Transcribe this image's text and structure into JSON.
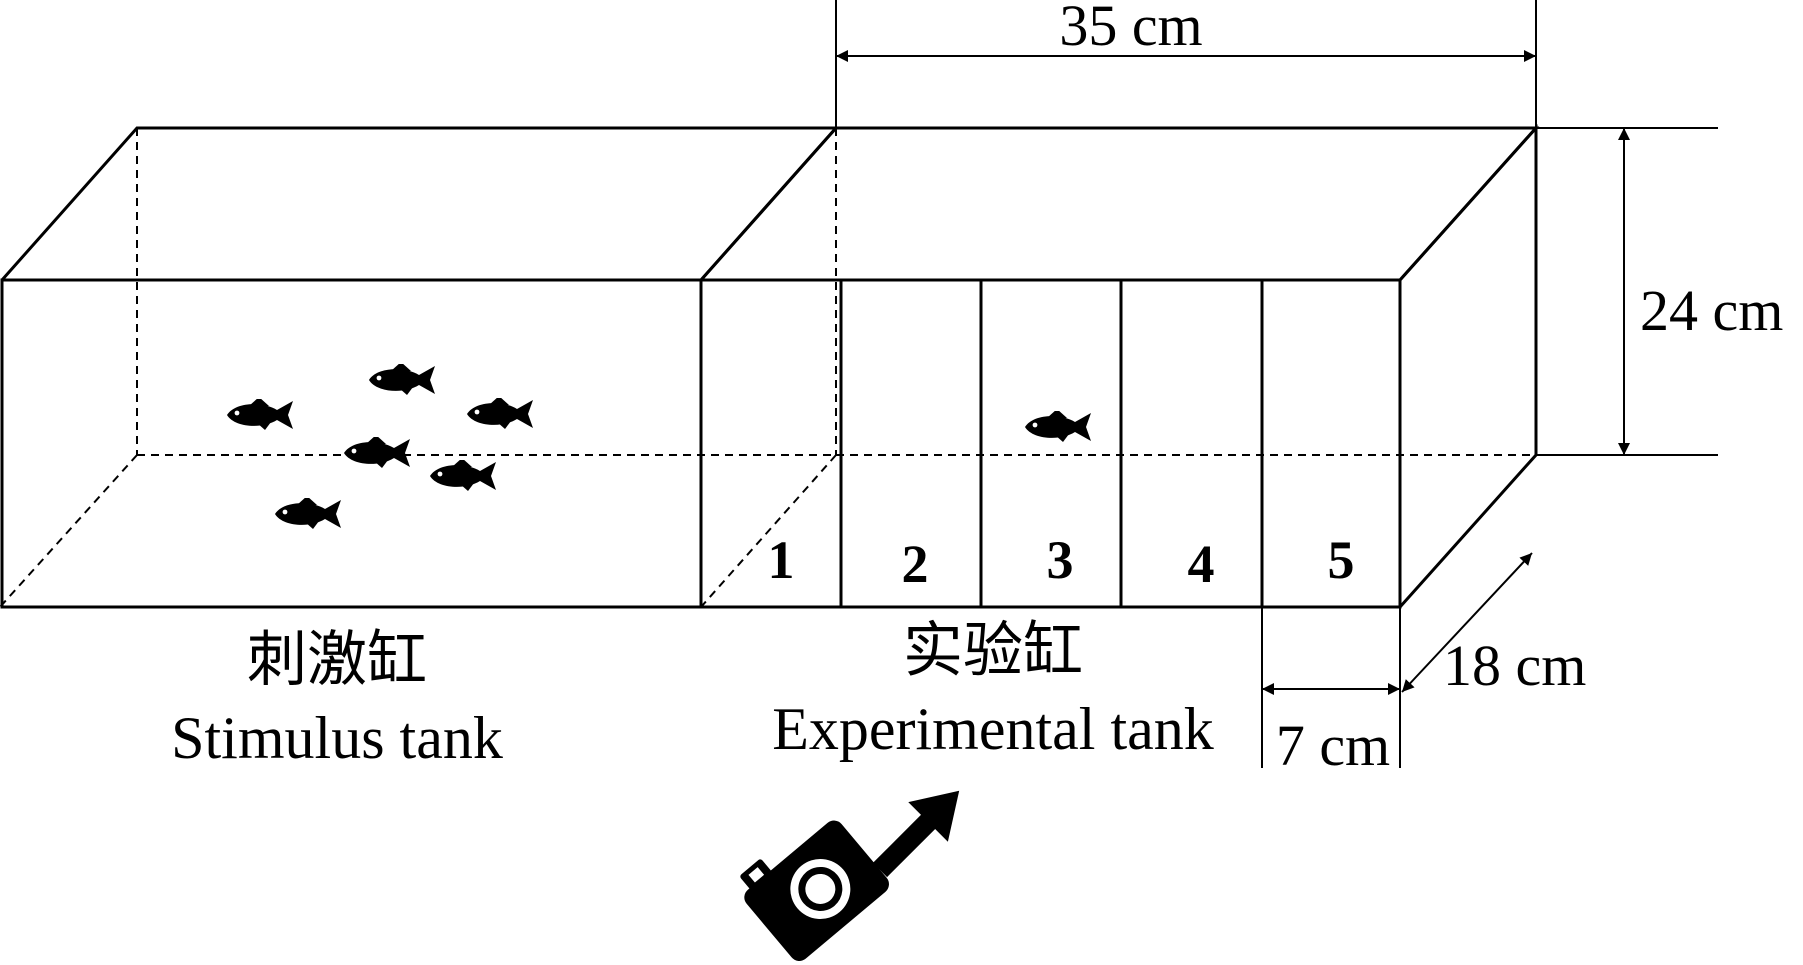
{
  "dimensions": {
    "length": "35 cm",
    "height": "24 cm",
    "depth": "18 cm",
    "compartment_width": "7 cm"
  },
  "compartments": [
    "1",
    "2",
    "3",
    "4",
    "5"
  ],
  "stimulus_tank": {
    "label_cn": "刺激缸",
    "label_en": "Stimulus tank",
    "fish_count": 6
  },
  "experimental_tank": {
    "label_cn": "实验缸",
    "label_en": "Experimental tank",
    "fish_count": 1
  },
  "icons": [
    "fish-icon",
    "camera-icon",
    "view-arrow-icon"
  ]
}
